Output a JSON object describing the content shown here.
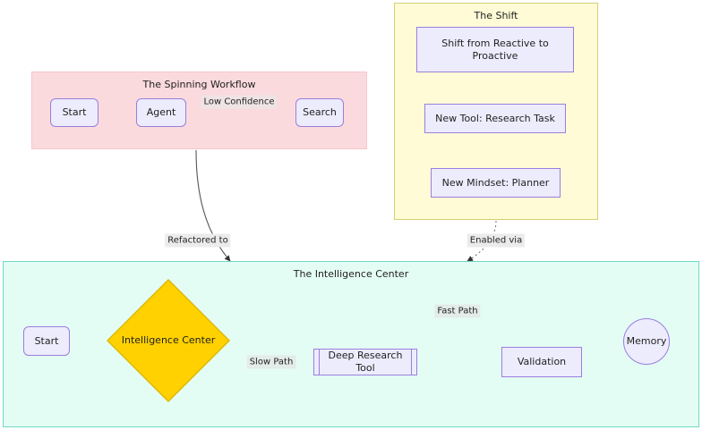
{
  "diagram": {
    "type": "flowchart",
    "subgraphs": [
      {
        "id": "workflow",
        "title": "The Spinning Workflow",
        "fill": "#fadadd",
        "stroke": "#f6c6cc"
      },
      {
        "id": "shift",
        "title": "The Shift",
        "fill": "#fffbd6",
        "stroke": "#d6cf72"
      },
      {
        "id": "intel",
        "title": "The Intelligence Center",
        "fill": "#e4fdf4",
        "stroke": "#6fd8c4"
      }
    ],
    "nodes": [
      {
        "id": "wf-start",
        "label": "Start",
        "shape": "round",
        "group": "workflow"
      },
      {
        "id": "wf-agent",
        "label": "Agent",
        "shape": "round",
        "group": "workflow"
      },
      {
        "id": "wf-search",
        "label": "Search",
        "shape": "round",
        "group": "workflow"
      },
      {
        "id": "sh-shift",
        "label": "Shift from Reactive to Proactive",
        "shape": "square",
        "group": "shift"
      },
      {
        "id": "sh-tool",
        "label": "New Tool: Research Task",
        "shape": "square",
        "group": "shift"
      },
      {
        "id": "sh-mindset",
        "label": "New Mindset: Planner",
        "shape": "square",
        "group": "shift"
      },
      {
        "id": "ic-start",
        "label": "Start",
        "shape": "round",
        "group": "intel"
      },
      {
        "id": "ic-center",
        "label": "Intelligence Center",
        "shape": "diamond",
        "group": "intel",
        "fill": "#ffd100"
      },
      {
        "id": "ic-deep",
        "label": "Deep Research Tool",
        "shape": "subroutine",
        "group": "intel"
      },
      {
        "id": "ic-valid",
        "label": "Validation",
        "shape": "square",
        "group": "intel"
      },
      {
        "id": "ic-memory",
        "label": "Memory",
        "shape": "circle",
        "group": "intel"
      }
    ],
    "edges": [
      {
        "from": "wf-start",
        "to": "wf-agent",
        "label": "",
        "style": "solid"
      },
      {
        "from": "wf-agent",
        "to": "wf-search",
        "label": "Low Confidence",
        "style": "solid"
      },
      {
        "from": "wf-search",
        "to": "wf-agent",
        "label": "",
        "style": "solid"
      },
      {
        "from": "workflow",
        "to": "intel",
        "label": "Refactored to",
        "style": "solid"
      },
      {
        "from": "shift",
        "to": "intel",
        "label": "Enabled via",
        "style": "dotted"
      },
      {
        "from": "ic-start",
        "to": "ic-center",
        "label": "",
        "style": "solid"
      },
      {
        "from": "ic-center",
        "to": "ic-memory",
        "label": "Fast Path",
        "style": "solid"
      },
      {
        "from": "ic-center",
        "to": "ic-deep",
        "label": "Slow Path",
        "style": "solid"
      },
      {
        "from": "ic-deep",
        "to": "ic-valid",
        "label": "",
        "style": "solid"
      },
      {
        "from": "ic-valid",
        "to": "ic-memory",
        "label": "",
        "style": "solid"
      }
    ],
    "colors": {
      "node_fill": "#ececfd",
      "node_stroke": "#9b7ede",
      "decision_fill": "#ffd100",
      "decision_stroke": "#e0b800",
      "edge_stroke": "#333333",
      "text": "#1f1f1f",
      "label_bg": "#ebebeb",
      "page_bg": "#ffffff"
    }
  }
}
